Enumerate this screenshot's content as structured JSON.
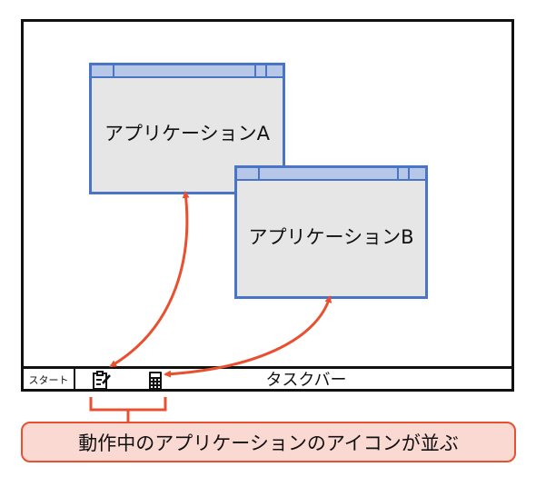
{
  "windows": {
    "app_a_label": "アプリケーションA",
    "app_b_label": "アプリケーションB"
  },
  "taskbar": {
    "start_label": "スタート",
    "label": "タスクバー",
    "icons": [
      "notepad-icon",
      "calculator-icon"
    ]
  },
  "callout": {
    "text": "動作中のアプリケーションのアイコンが並ぶ"
  },
  "colors": {
    "window_border": "#4a74c4",
    "title_bar": "#b7c7e8",
    "window_body": "#e6e6e6",
    "arrow": "#e8502f",
    "callout_fill": "#fbd9d3"
  }
}
